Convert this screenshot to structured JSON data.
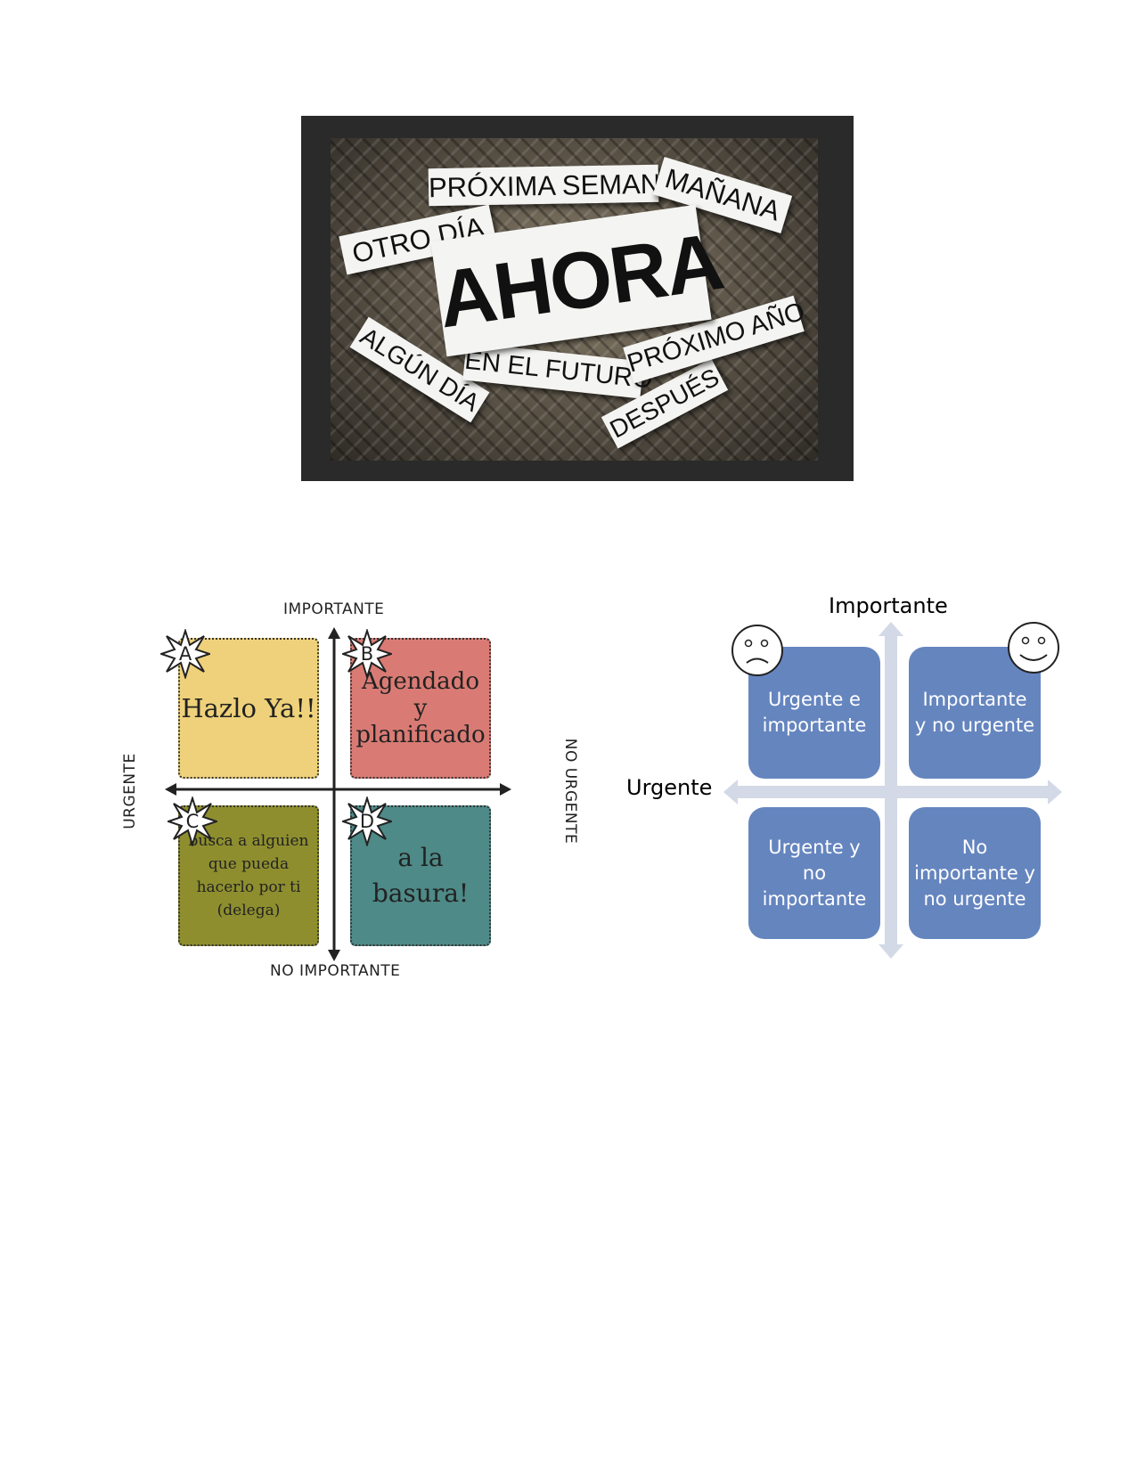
{
  "poster": {
    "words": {
      "proxima_semana": "PRÓXIMA SEMANA",
      "manana": "MAÑANA",
      "otro_dia": "OTRO DÍA",
      "ahora": "AHORA",
      "algun_dia": "ALGÚN DÍA",
      "en_el_futuro": "EN EL FUTURO",
      "proximo_ano": "PRÓXIMO AÑO",
      "despues": "DESPUÉS"
    }
  },
  "left_matrix": {
    "axes": {
      "top": "IMPORTANTE",
      "bottom": "NO IMPORTANTE",
      "left": "URGENTE",
      "right": "NO URGENTE"
    },
    "quadrants": [
      {
        "letter": "A",
        "text": "Hazlo Ya!!",
        "color": "#eed17a"
      },
      {
        "letter": "B",
        "text_lines": [
          "Agendado",
          "y",
          "planificado"
        ],
        "color": "#d97b74"
      },
      {
        "letter": "C",
        "text_lines": [
          "busca a alguien",
          "que pueda",
          "hacerlo por ti",
          "(delega)"
        ],
        "color": "#8e8e2f"
      },
      {
        "letter": "D",
        "text_lines": [
          "a la",
          "basura!"
        ],
        "color": "#4e8a87"
      }
    ]
  },
  "right_matrix": {
    "axes": {
      "top": "Importante",
      "left": "Urgente"
    },
    "quadrants": [
      {
        "text": "Urgente e importante",
        "face": "sad-face-icon"
      },
      {
        "text": "Importante y no urgente",
        "face": "happy-face-icon"
      },
      {
        "text": "Urgente y no importante"
      },
      {
        "text": "No importante y no urgente"
      }
    ],
    "box_color": "#6585bf",
    "arrow_color": "#d3d9e6"
  }
}
